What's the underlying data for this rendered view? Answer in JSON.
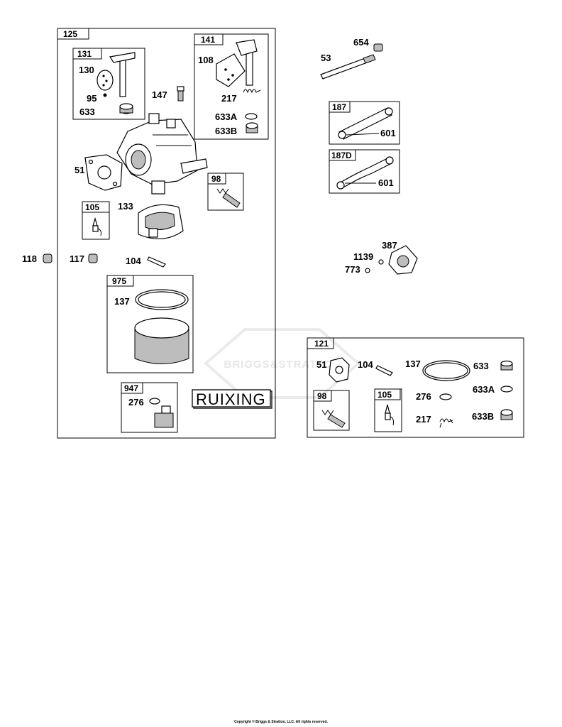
{
  "labels": {
    "l125": "125",
    "l131": "131",
    "l130": "130",
    "l95": "95",
    "l633a": "633",
    "l141": "141",
    "l108": "108",
    "l217a": "217",
    "l633A_a": "633A",
    "l633B_a": "633B",
    "l147": "147",
    "l51a": "51",
    "l98a": "98",
    "l105a": "105",
    "l133": "133",
    "l118": "118",
    "l117": "117",
    "l104a": "104",
    "l975": "975",
    "l137a": "137",
    "l947": "947",
    "l276a": "276",
    "l654": "654",
    "l53": "53",
    "l187": "187",
    "l601a": "601",
    "l187D": "187D",
    "l601b": "601",
    "l387": "387",
    "l1139": "1139",
    "l773": "773",
    "l121": "121",
    "l51b": "51",
    "l104b": "104",
    "l137b": "137",
    "l633b": "633",
    "l98b": "98",
    "l105b": "105",
    "l276b": "276",
    "l633A_b": "633A",
    "l217b": "217",
    "l633B_b": "633B"
  },
  "brand_label": "RUIXING",
  "watermark": "BRIGGS&STRATTON",
  "copyright": "Copyright © Briggs & Stratton, LLC. All rights reserved."
}
